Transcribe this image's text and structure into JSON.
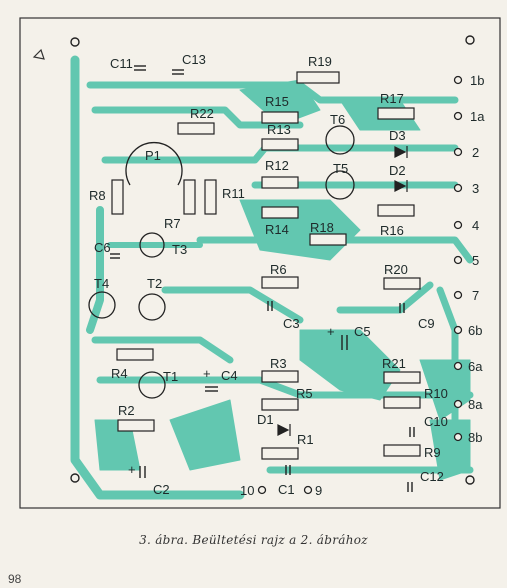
{
  "components": {
    "C11": "C11",
    "C13": "C13",
    "R19": "R19",
    "R22": "R22",
    "R15": "R15",
    "R17": "R17",
    "R13": "R13",
    "T6": "T6",
    "D3": "D3",
    "P1": "P1",
    "R12": "R12",
    "T5": "T5",
    "D2": "D2",
    "R8": "R8",
    "R7": "R7",
    "R11": "R11",
    "R14": "R14",
    "R18": "R18",
    "R16": "R16",
    "C6": "C6",
    "T3": "T3",
    "R6": "R6",
    "R20": "R20",
    "T4": "T4",
    "T2": "T2",
    "C3": "C3",
    "C5": "C5",
    "C9": "C9",
    "R4": "R4",
    "R3": "R3",
    "R21": "R21",
    "T1": "T1",
    "C4": "C4",
    "R5": "R5",
    "R10": "R10",
    "R2": "R2",
    "D1": "D1",
    "C10": "C10",
    "R1": "R1",
    "R9": "R9",
    "C2": "C2",
    "C1": "C1",
    "C12": "C12"
  },
  "terminals": {
    "t1b": "1b",
    "t1a": "1a",
    "t2": "2",
    "t3": "3",
    "t4": "4",
    "t5": "5",
    "t7": "7",
    "t6b": "6b",
    "t6a": "6a",
    "t8a": "8a",
    "t8b": "8b",
    "t10": "10",
    "t9": "9"
  },
  "caption": "3. ábra. Beültetési rajz a 2. ábrához",
  "page_number": "98",
  "colors": {
    "trace": "#62c7b0",
    "ink": "#1e2a2a",
    "paper": "#f4f1ea"
  }
}
